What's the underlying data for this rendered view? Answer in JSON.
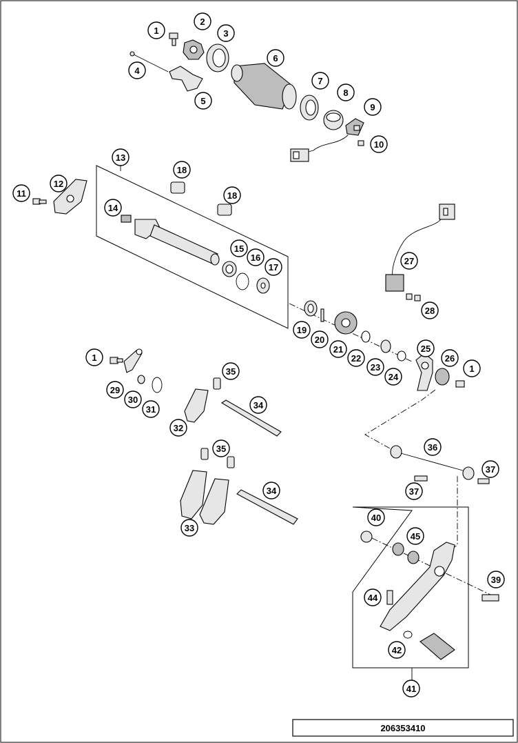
{
  "diagram_id": "206353410",
  "callouts": {
    "c1a": "1",
    "c2": "2",
    "c3": "3",
    "c4": "4",
    "c5": "5",
    "c6": "6",
    "c7": "7",
    "c8": "8",
    "c9": "9",
    "c10": "10",
    "c11": "11",
    "c12": "12",
    "c13": "13",
    "c14": "14",
    "c15": "15",
    "c16": "16",
    "c17": "17",
    "c18a": "18",
    "c18b": "18",
    "c19": "19",
    "c20": "20",
    "c21": "21",
    "c22": "22",
    "c23": "23",
    "c24": "24",
    "c25": "25",
    "c26": "26",
    "c1b": "1",
    "c1c": "1",
    "c27": "27",
    "c28": "28",
    "c29": "29",
    "c30": "30",
    "c31": "31",
    "c32": "32",
    "c33": "33",
    "c34a": "34",
    "c34b": "34",
    "c35a": "35",
    "c35b": "35",
    "c36": "36",
    "c37a": "37",
    "c37b": "37",
    "c39": "39",
    "c40": "40",
    "c41": "41",
    "c42": "42",
    "c44": "44",
    "c45": "45"
  }
}
